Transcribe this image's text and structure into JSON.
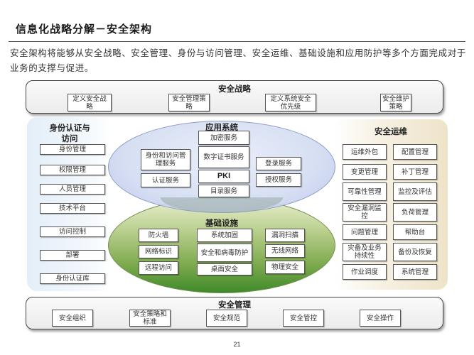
{
  "header": {
    "title": "信息化战略分解－安全架构",
    "intro": "安全架构将能够从安全战略、安全管理、身份与访问管理、安全运维、基础设施和应用防护等多个方面完成对于业务的支撑与促进。"
  },
  "strategy": {
    "title": "安全战略",
    "items": [
      "定义安全战略",
      "安全管理策略",
      "定义系统安全优先级",
      "安全维护策略"
    ]
  },
  "identity": {
    "title": "身份认证与访问",
    "items": [
      "身份管理",
      "权限管理",
      "人员管理",
      "技术平台",
      "访问控制",
      "部署",
      "身份认证库"
    ]
  },
  "application": {
    "title": "应用系统",
    "left": [
      "身份和访问管理服务",
      "认证服务"
    ],
    "center": [
      "加密服务",
      "数字证书服务",
      "PKI",
      "目录服务"
    ],
    "right": [
      "登录服务",
      "授权服务"
    ]
  },
  "infrastructure": {
    "title": "基础设施",
    "col1": [
      "防火墙",
      "网络标识",
      "远程访问"
    ],
    "col2": [
      "系统加固",
      "安全和病毒防护",
      "桌面安全"
    ],
    "col3": [
      "漏洞扫描",
      "无线网络",
      "物理安全"
    ]
  },
  "operations": {
    "title": "安全运维",
    "left": [
      "运维外包",
      "变更管理",
      "可靠性管理",
      "安全漏洞监控",
      "问题管理",
      "灾备及业务持续性",
      "作业调度"
    ],
    "right": [
      "配置管理",
      "补丁管理",
      "监控及评估",
      "负荷管理",
      "帮助台",
      "备份及恢复",
      "系统管理"
    ]
  },
  "management": {
    "title": "安全管理",
    "items": [
      "安全组织",
      "安全策略和标准",
      "安全规范",
      "安全管控",
      "安全操作"
    ]
  },
  "footer": {
    "page_number": "21"
  },
  "colors": {
    "blue_ellipse": "#d3dcf2",
    "green_ellipse": "#7eaa4f",
    "left_panel": "#e3eef8",
    "right_panel": "#eee3c9"
  }
}
